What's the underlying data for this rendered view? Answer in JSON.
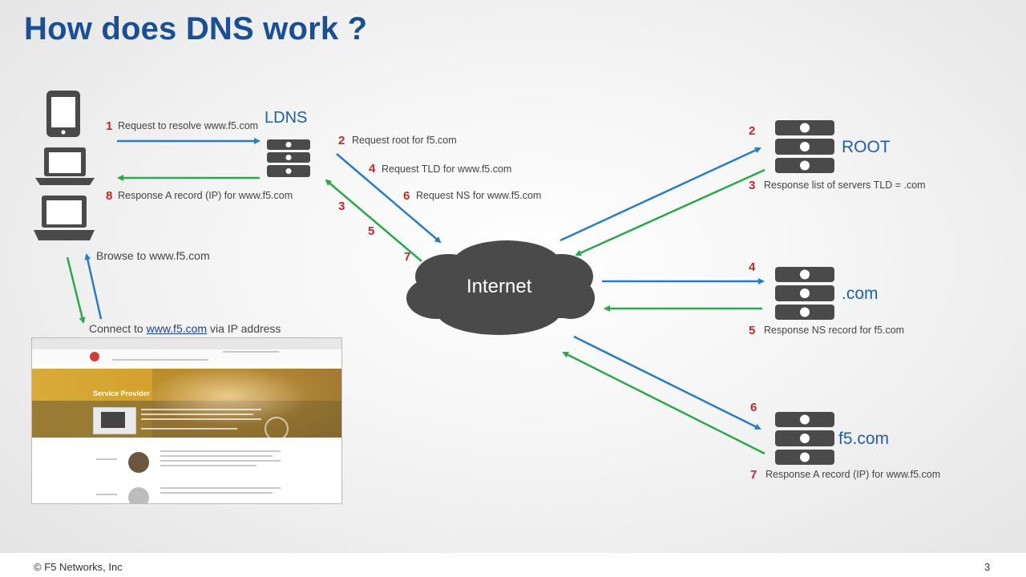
{
  "slide": {
    "title": "How does DNS work ?",
    "page_number": "3",
    "copyright": "© F5 Networks, Inc"
  },
  "client": {
    "browse_label": "Browse to www.f5.com",
    "connect_prefix": "Connect to ",
    "connect_link": "www.f5.com",
    "connect_suffix": " via IP address"
  },
  "ldns": {
    "label": "LDNS"
  },
  "internet": {
    "label": "Internet"
  },
  "servers": {
    "root": "ROOT",
    "com": ".com",
    "f5": "f5.com"
  },
  "steps": [
    {
      "num": "1",
      "text": "Request to resolve www.f5.com"
    },
    {
      "num": "8",
      "text": "Response A record (IP) for www.f5.com"
    },
    {
      "num": "2",
      "text": "Request root for f5.com"
    },
    {
      "num": "4",
      "text": "Request TLD for www.f5.com"
    },
    {
      "num": "6",
      "text": "Request NS for www.f5.com"
    },
    {
      "num": "3",
      "text": ""
    },
    {
      "num": "5",
      "text": ""
    },
    {
      "num": "7",
      "text": ""
    }
  ],
  "server_steps": {
    "root_req": {
      "num": "2"
    },
    "root_resp": {
      "num": "3",
      "text": "Response list of servers TLD = .com"
    },
    "com_req": {
      "num": "4"
    },
    "com_resp": {
      "num": "5",
      "text": "Response NS record for f5.com"
    },
    "f5_req": {
      "num": "6"
    },
    "f5_resp": {
      "num": "7",
      "text": "Response A record (IP) for www.f5.com"
    }
  },
  "colors": {
    "title": "#1b4f93",
    "request_arrow": "#2a7cc2",
    "response_arrow": "#2aa84a",
    "step_number": "#c0282d",
    "device": "#4a4a4a",
    "cloud": "#4a4a4a"
  },
  "icons": [
    "tablet-icon",
    "laptop-icon",
    "laptop-icon",
    "server-icon",
    "cloud-icon"
  ],
  "browser_thumbnail": {
    "hero_title": "Service Provider"
  }
}
